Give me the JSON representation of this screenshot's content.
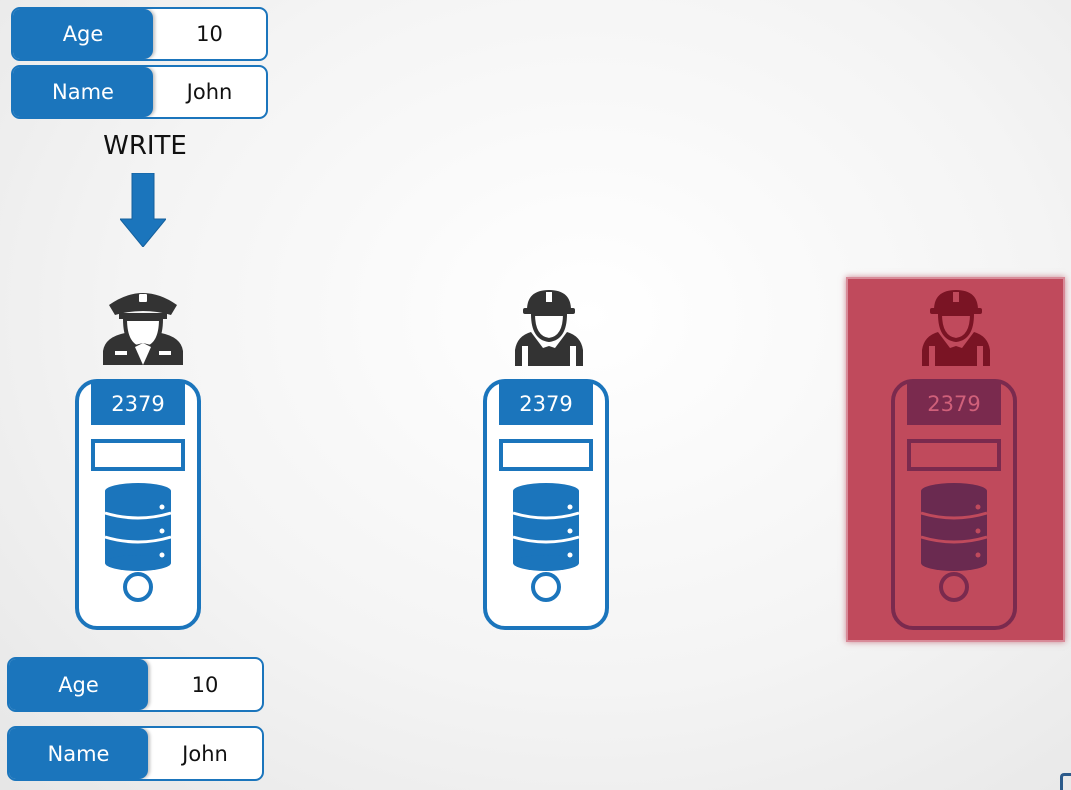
{
  "written_record": {
    "age": {
      "key": "Age",
      "value": "10"
    },
    "name": {
      "key": "Name",
      "value": "John"
    }
  },
  "write_label": "WRITE",
  "nodes": [
    {
      "role": "leader",
      "port": "2379",
      "status": "healthy"
    },
    {
      "role": "follower",
      "port": "2379",
      "status": "healthy"
    },
    {
      "role": "follower",
      "port": "2379",
      "status": "failed"
    }
  ],
  "stored_record": {
    "age": {
      "key": "Age",
      "value": "10"
    },
    "name": {
      "key": "Name",
      "value": "John"
    }
  },
  "colors": {
    "primary": "#1b75bc",
    "icon_dark": "#333333",
    "failed_overlay": "#c04a5c",
    "failed_icon": "#7a1424"
  }
}
